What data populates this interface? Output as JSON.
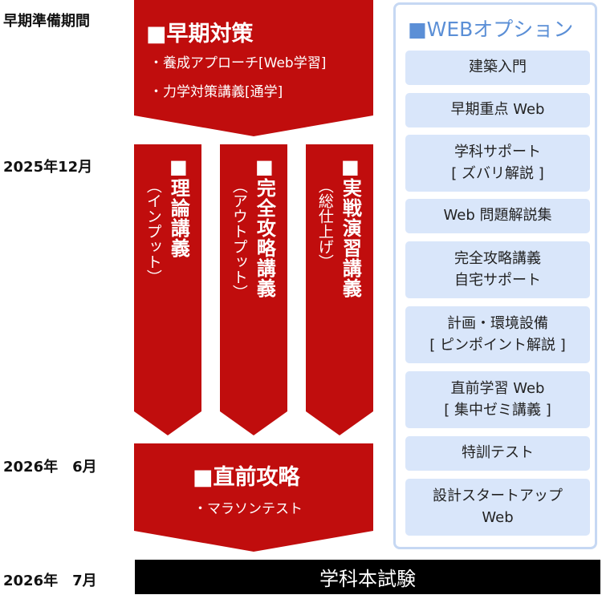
{
  "timeline": {
    "early_label": "早期準備期間",
    "dec_label": "2025年12月",
    "jun_label": "2026年　6月",
    "jul_label": "2026年　7月"
  },
  "early": {
    "title": "■早期対策",
    "bullets": [
      "・養成アプローチ[Web学習]",
      "・力学対策講義[通学]"
    ]
  },
  "columns": [
    {
      "square": "■",
      "title": "理論講義",
      "sub": "（インプット）"
    },
    {
      "square": "■",
      "title": "完全攻略講義",
      "sub": "（アウトプット）"
    },
    {
      "square": "■",
      "title": "実戦演習講義",
      "sub": "（総仕上げ）"
    }
  ],
  "final": {
    "title": "■直前攻略",
    "bullet": "・マラソンテスト"
  },
  "exam": "学科本試験",
  "web": {
    "title": "■WEBオプション",
    "items": [
      [
        "建築入門"
      ],
      [
        "早期重点 Web"
      ],
      [
        "学科サポート",
        "[ ズバリ解説 ]"
      ],
      [
        "Web 問題解説集"
      ],
      [
        "完全攻略講義",
        "自宅サポート"
      ],
      [
        "計画・環境設備",
        "[ ピンポイント解説 ]"
      ],
      [
        "直前学習 Web",
        "[ 集中ゼミ講義 ]"
      ],
      [
        "特訓テスト"
      ],
      [
        "設計スタートアップ",
        "Web"
      ]
    ]
  },
  "colors": {
    "red": "#c00d0d",
    "web_bg": "#d9e6fa",
    "web_border": "#c6d8f3",
    "web_title": "#5b8fd6",
    "exam_bg": "#000000"
  }
}
